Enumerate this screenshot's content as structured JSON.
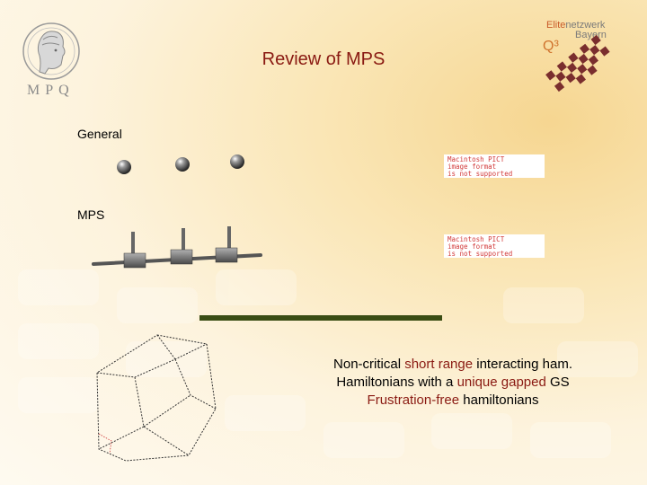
{
  "slide": {
    "title": "Review of MPS",
    "labels": {
      "general": "General",
      "mps": "MPS"
    },
    "logos": {
      "mpq": {
        "text": "MPQ"
      },
      "elitenetzwerk": {
        "line1_a": "Elite",
        "line1_b": "netzwerk",
        "line2": "Bayern",
        "mark": "Q³"
      }
    },
    "placeholders": [
      "Macintosh PICT\nimage format\nis not supported",
      "Macintosh PICT\nimage format\nis not supported"
    ],
    "bullets": [
      {
        "parts": [
          {
            "text": "Non-critical ",
            "style": "normal"
          },
          {
            "text": "short range",
            "style": "highlight"
          },
          {
            "text": " interacting ham.",
            "style": "normal"
          }
        ]
      },
      {
        "parts": [
          {
            "text": "Hamiltonians with a ",
            "style": "normal"
          },
          {
            "text": "unique gapped",
            "style": "highlight"
          },
          {
            "text": " GS",
            "style": "normal"
          }
        ]
      },
      {
        "parts": [
          {
            "text": "Frustration-free",
            "style": "highlight"
          },
          {
            "text": " hamiltonians",
            "style": "normal"
          }
        ]
      }
    ],
    "colors": {
      "title": "#8a1a12",
      "highlight": "#8a1a12",
      "bar": "#3a4d14",
      "background": "#fae6b6"
    }
  }
}
